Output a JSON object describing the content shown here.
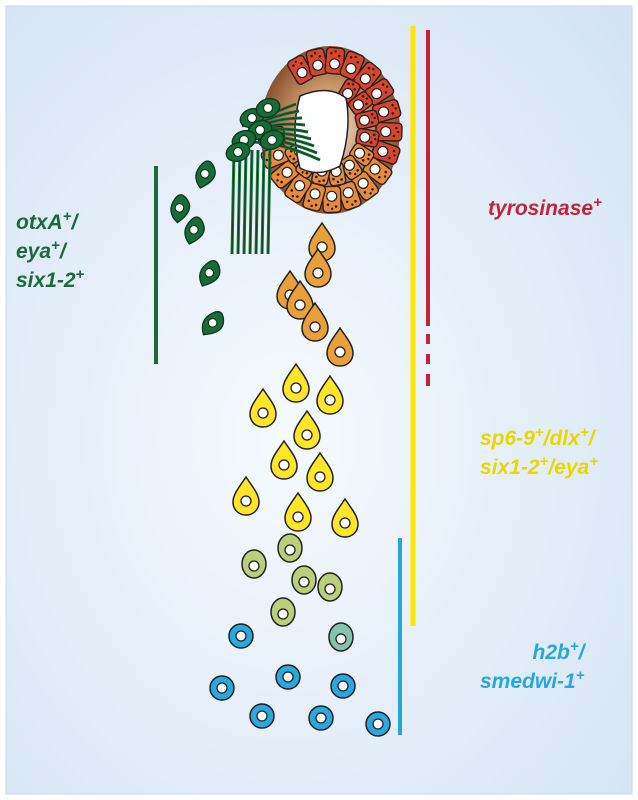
{
  "labels": {
    "neural": {
      "lines": [
        {
          "text": "otxA",
          "sup": "+",
          "tail": "/"
        },
        {
          "text": "eya",
          "sup": "+",
          "tail": "/"
        },
        {
          "text": "six1-2",
          "sup": "+",
          "tail": ""
        }
      ]
    },
    "pigment": {
      "text": "tyrosinase",
      "sup": "+"
    },
    "progenitor": {
      "line1": {
        "a": "sp6-9",
        "b": "/dlx",
        "c": "/"
      },
      "line2": {
        "a": "six1-2",
        "b": "/eya"
      },
      "sup": "+"
    },
    "stem": {
      "line1": {
        "text": "h2b",
        "sup": "+",
        "tail": "/"
      },
      "line2": {
        "text": "smedwi-1",
        "sup": "+"
      }
    }
  },
  "colors": {
    "background_edge": "#d4e3f4",
    "background_center": "#f6fafe",
    "neural_green": "#1b6b3a",
    "pigment_red": "#c0253c",
    "yellow": "#ffe600",
    "yellow_text": "#e5d700",
    "blue": "#26a8de",
    "eyecup_red": "#d8452c",
    "eyecup_orange": "#e88a3a",
    "cell_orange": "#e8a13a",
    "cell_yellow": "#ffe629",
    "cell_lightgreen": "#b9cf7a",
    "cell_teal": "#86c3ae",
    "cell_blue": "#29a9e0"
  },
  "icons": [
    "photoreceptor-neuron-icon",
    "eye-cup-icon",
    "pigment-cell-icon",
    "progenitor-cell-icon",
    "stem-cell-icon"
  ]
}
